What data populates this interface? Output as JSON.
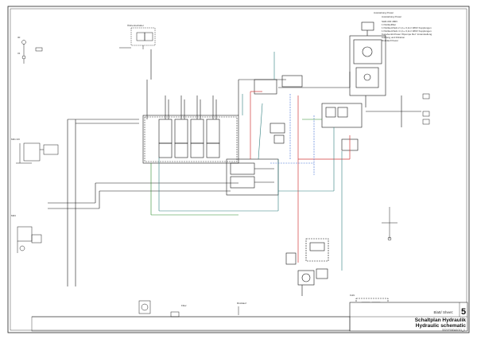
{
  "title_block": {
    "sheet_label": "Blatt/ Sheet:",
    "sheet_number": "5",
    "title_de": "Schaltplan Hydraulik",
    "title_en": "Hydraulic schematic",
    "drawing_number": "3321F00041011_1"
  },
  "annotations": {
    "power_unit_title": "Ausstattung Power",
    "power_unit_lines": [
      "SHR-030 480V",
      "1 Partikelfilter",
      "1 Partikel-Pack 2 1,1+ 0,1m² 480V Kupplungen",
      "1 Partikel-Pack 4 1,1+ 0,1m² 480V Kupplungen",
      "Kugelventil-Power Ölpumpe Ref. Voreinstellung",
      "Kühlung und Filtration",
      "Rücklauf Power"
    ]
  },
  "colors": {
    "main_line": "#1a1a1a",
    "pressure_line": "#d23a3a",
    "tank_line": "#2e7d7d",
    "pilot_line": "#3a6bd2",
    "accent_green": "#2a8a2a"
  }
}
